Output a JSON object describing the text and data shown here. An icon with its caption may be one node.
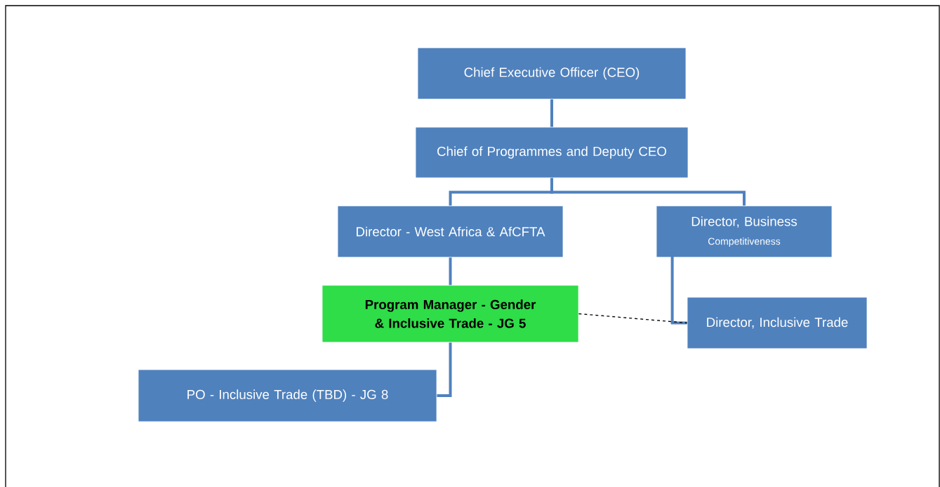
{
  "diagram": {
    "nodes": [
      {
        "text": [
          "Chief Executive Officer (CEO)"
        ]
      },
      {
        "text": [
          "Chief of Programmes and Deputy CEO"
        ]
      },
      {
        "text": [
          "Director - West Africa & AfCFTA"
        ]
      },
      {
        "text": [
          "Director, Business",
          "Competitiveness"
        ]
      },
      {
        "text": [
          "Program Manager - Gender & Inclusive Trade - JG 5"
        ]
      },
      {
        "text": [
          "Director, Inclusive Trade"
        ]
      },
      {
        "text": [
          "PO - Inclusive Trade (TBD) - JG 8"
        ]
      }
    ],
    "edges": [
      {
        "from": 0,
        "to": 1,
        "arrow": "none"
      },
      {
        "from": 1,
        "to": 2,
        "arrow": "none"
      },
      {
        "from": 1,
        "to": 3,
        "arrow": "none"
      },
      {
        "from": 2,
        "to": 4,
        "arrow": "none"
      },
      {
        "from": 3,
        "to": 5,
        "arrow": "none"
      },
      {
        "from": 4,
        "to": 6,
        "arrow": "none"
      },
      {
        "from": 4,
        "to": 5,
        "arrow": "none",
        "style": "dashed",
        "color": "#000000"
      }
    ]
  }
}
